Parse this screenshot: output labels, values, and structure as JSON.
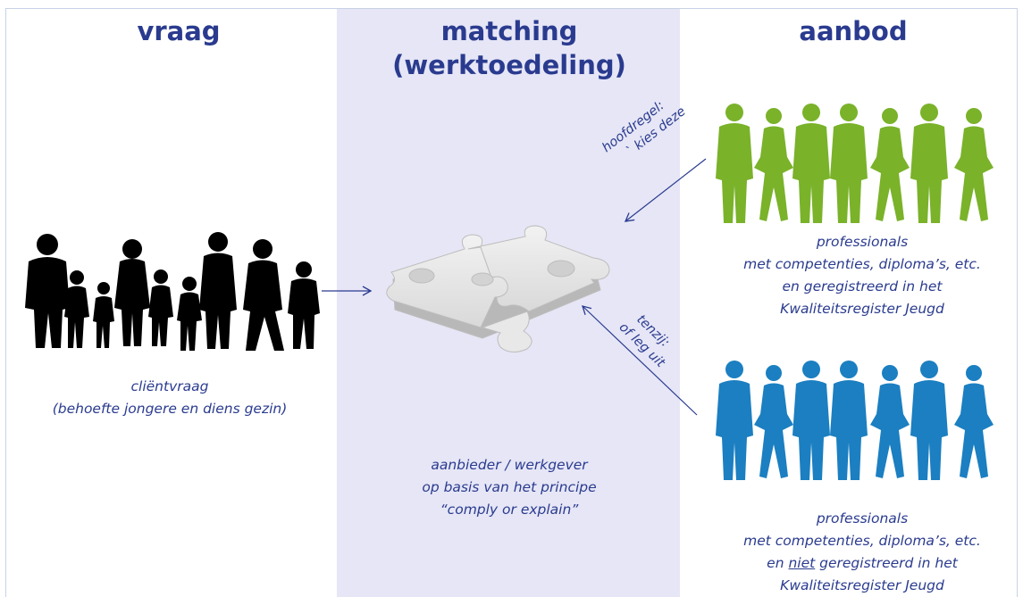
{
  "colors": {
    "heading": "#2a3b8f",
    "middle_band": "#e6e6f6",
    "family_silhouettes": "#000000",
    "registered_professionals": "#7ab22a",
    "unregistered_professionals": "#1b7fc1",
    "puzzle": "#e2e2e2",
    "arrow": "#2a3b8f"
  },
  "columns": {
    "left": {
      "heading": "vraag",
      "figure": "family-silhouette",
      "caption": [
        "cliëntvraag",
        "(behoefte jongere en diens gezin)"
      ]
    },
    "middle": {
      "heading_lines": [
        "matching",
        "(werktoedeling)"
      ],
      "figure": "puzzle-pieces",
      "caption": [
        "aanbieder / werkgever",
        "op basis van het principe",
        "“comply or explain”"
      ]
    },
    "right": {
      "heading": "aanbod",
      "top_group": {
        "figure": "professionals-silhouette-green",
        "caption": [
          "professionals",
          "met competenties, diploma’s, etc.",
          "en geregistreerd in het",
          "Kwaliteitsregister  Jeugd"
        ]
      },
      "bottom_group": {
        "figure": "professionals-silhouette-blue",
        "caption_line1": "professionals",
        "caption_line2": "met competenties, diploma’s, etc.",
        "caption_line3_prefix": "en ",
        "caption_line3_underlined": "niet",
        "caption_line3_suffix": " geregistreerd in het",
        "caption_line4": "Kwaliteitsregister  Jeugd"
      }
    }
  },
  "arrows": {
    "upper_label": [
      "hoofdregel:",
      "` kies deze"
    ],
    "lower_label": [
      "tenzij:",
      "of leg uit"
    ]
  }
}
